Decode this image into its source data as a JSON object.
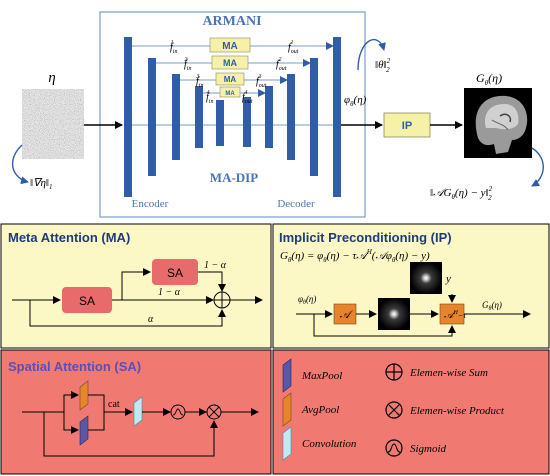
{
  "colors": {
    "armani_border": "#7a9cc9",
    "armani_title": "#4a74b4",
    "encoder_block": "#2f5da8",
    "ma_fill": "#f7f0a8",
    "ip_fill": "#f5f2a8",
    "ma_panel_fill": "#fcf8c6",
    "ip_panel_fill": "#fcf8c6",
    "sa_panel_fill": "#f07a72",
    "legend_panel_fill": "#f07a72",
    "panel_title_blue": "#203a7a",
    "sa_title": "#5a4fb8",
    "sa_block": "#e96a6a",
    "orange_block": "#e8842a",
    "purple_block": "#5a56a8",
    "cyan_block": "#bfeaf5"
  },
  "top": {
    "title": "ARMANI",
    "subtitle": "MA-DIP",
    "encoder_label": "Encoder",
    "decoder_label": "Decoder",
    "input_symbol": "η",
    "input_reg": "‖∇η‖",
    "input_reg_sub": "1",
    "theta_norm": "‖θ‖",
    "theta_norm_sup": "2",
    "theta_norm_sub": "2",
    "phi_label": "φ",
    "phi_sub": "θ",
    "phi_arg": "(η)",
    "ip_label": "IP",
    "output_label": "G",
    "output_sub": "θ",
    "output_arg": "(η)",
    "loss_left": "‖",
    "loss_A": "𝒜",
    "loss_G": "G",
    "loss_sub": "θ",
    "loss_rest": "(η) − y‖",
    "loss_sup": "2",
    "loss_subr": "2",
    "ma_box": "MA",
    "f_in": "f",
    "f_out": "f",
    "in_sub": "in",
    "out_sub": "out",
    "levels": [
      "1",
      "2",
      "3",
      "4"
    ]
  },
  "ma_panel": {
    "title": "Meta Attention (MA)",
    "sa_top": "SA",
    "sa_left": "SA",
    "one_minus_alpha_top": "1 − α",
    "one_minus_alpha_mid": "1 − α",
    "alpha": "α"
  },
  "ip_panel": {
    "title": "Implicit Preconditioning (IP)",
    "formula_lhs": "G",
    "formula_lhs_sub": "θ",
    "formula_body": "(η) = φ",
    "formula_phi_sub": "θ",
    "formula_mid": "(η) − τ𝒜",
    "formula_H": "H",
    "formula_tail1": "(𝒜φ",
    "formula_tail_sub": "θ",
    "formula_tail2": "(η) − y)",
    "in_label": "φ",
    "in_sub": "θ",
    "in_arg": "(η)",
    "a_label": "𝒜",
    "ah_label": "𝒜",
    "ah_sup": "H",
    "ah_tau": "−τ",
    "y_label": "y",
    "out_label": "G",
    "out_sub": "θ",
    "out_arg": "(η)"
  },
  "sa_panel": {
    "title": "Spatial Attention (SA)",
    "cat_label": "cat"
  },
  "legend": {
    "maxpool": "MaxPool",
    "avgpool": "AvgPool",
    "convolution": "Convolution",
    "sum": "Elemen-wise Sum",
    "product": "Elemen-wise Product",
    "sigmoid": "Sigmoid"
  }
}
